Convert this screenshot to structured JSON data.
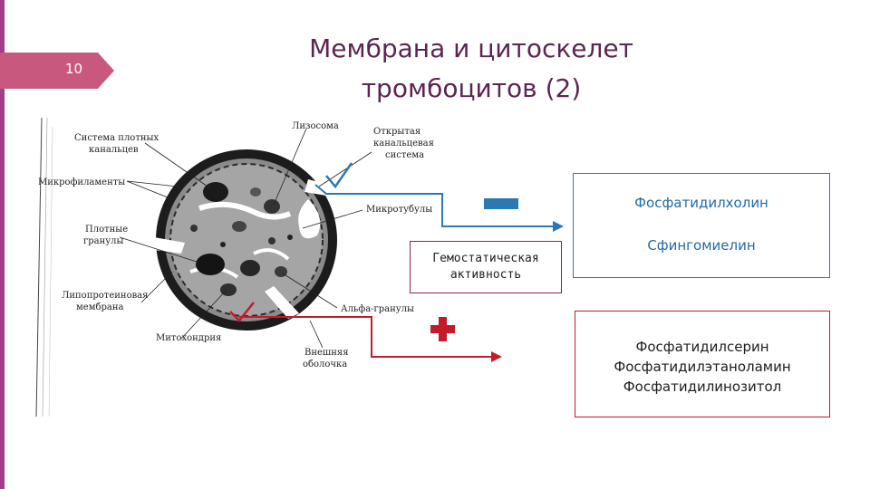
{
  "slide": {
    "number": "10"
  },
  "title": {
    "line1": "Мембрана и цитоскелет",
    "line2": "тромбоцитов (2)"
  },
  "labels": {
    "lysosome": "Лизосома",
    "open_canal_1": "Открытая",
    "open_canal_2": "канальцевая",
    "open_canal_3": "система",
    "dense_tubular_1": "Система плотных",
    "dense_tubular_2": "канальцев",
    "microfilaments": "Микрофиламенты",
    "microtubules": "Микротубулы",
    "dense_granules_1": "Плотные",
    "dense_granules_2": "гранулы",
    "lipoprotein_1": "Липопротеиновая",
    "lipoprotein_2": "мембрана",
    "mitochondria": "Митохондрия",
    "alpha_granules": "Альфа-гранулы",
    "outer_shell_1": "Внешняя",
    "outer_shell_2": "оболочка"
  },
  "hemostatic": {
    "line1": "Гемостатическая",
    "line2": "активность"
  },
  "blue_box": {
    "item1": "Фосфатидилхолин",
    "item2": "Сфингомиелин"
  },
  "red_box": {
    "item1": "Фосфатидилсерин",
    "item2": "Фосфатидилэтаноламин",
    "item3": "Фосфатидилинозитол"
  },
  "colors": {
    "accent_purple": "#a23d88",
    "title": "#5c2550",
    "blue": "#2a79b5",
    "red": "#c41b2a"
  }
}
